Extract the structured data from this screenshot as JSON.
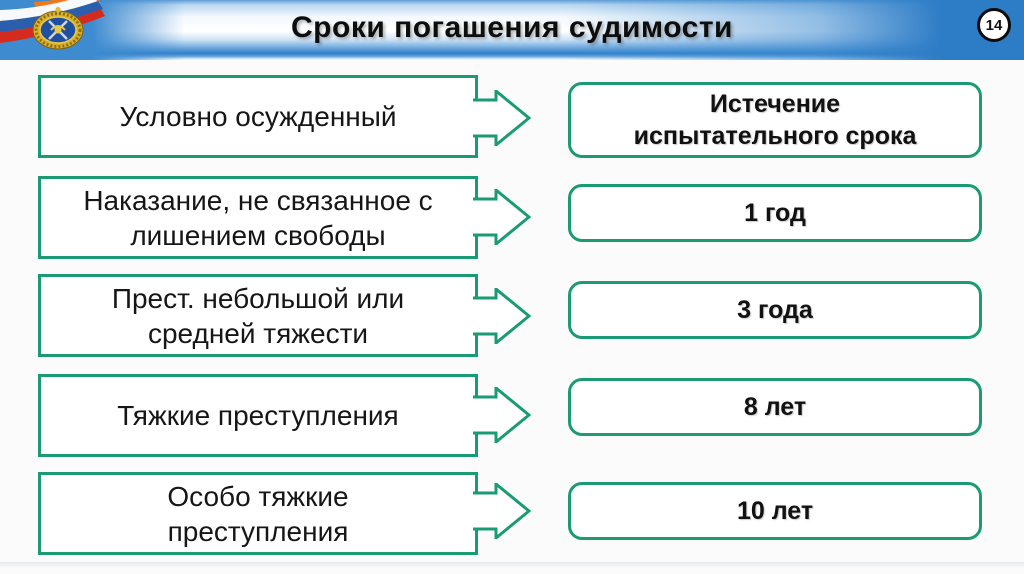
{
  "header": {
    "title": "Сроки погашения судимости",
    "page_number": "14",
    "accent_blue": "#2f80c9"
  },
  "icons": {
    "flag": "russian-tricolor-ribbon",
    "emblem": "military-coat-of-arms"
  },
  "diagram": {
    "border_color": "#1a9b74",
    "rows": [
      {
        "condition": "Условно осужденный",
        "term": "Истечение\nиспытательного срока"
      },
      {
        "condition": "Наказание, не связанное с\nлишением свободы",
        "term": "1 год"
      },
      {
        "condition": "Прест. небольшой или\nсредней тяжести",
        "term": "3 года"
      },
      {
        "condition": "Тяжкие преступления",
        "term": "8 лет"
      },
      {
        "condition": "Особо тяжкие\nпреступления",
        "term": "10 лет"
      }
    ]
  }
}
